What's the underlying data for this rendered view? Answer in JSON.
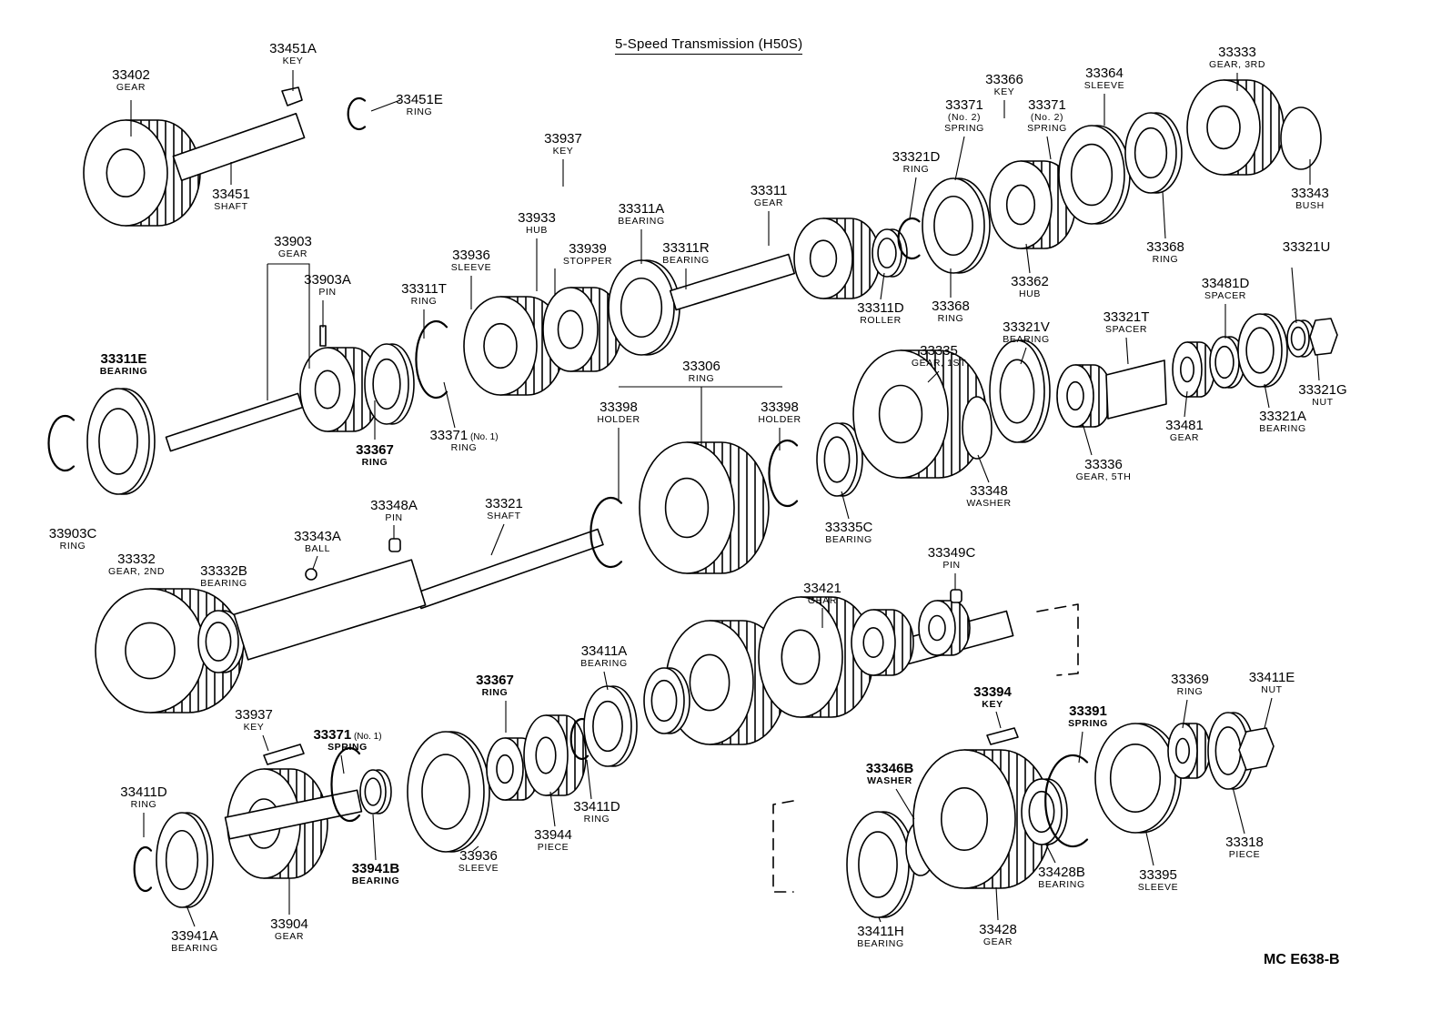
{
  "title": "5-Speed Transmission (H50S)",
  "drawing_code": "MC E638-B",
  "labels": [
    {
      "pn": "33402",
      "nm": "GEAR"
    },
    {
      "pn": "33451A",
      "nm": "KEY"
    },
    {
      "pn": "33451E",
      "nm": "RING"
    },
    {
      "pn": "33451",
      "nm": "SHAFT"
    },
    {
      "pn": "33903",
      "nm": "GEAR"
    },
    {
      "pn": "33903A",
      "nm": "PIN"
    },
    {
      "pn": "33311E",
      "nm": "BEARING",
      "bold": true
    },
    {
      "pn": "33903C",
      "nm": "RING"
    },
    {
      "pn": "33311T",
      "nm": "RING"
    },
    {
      "pn": "33936",
      "nm": "SLEEVE"
    },
    {
      "pn": "33937",
      "nm": "KEY"
    },
    {
      "pn": "33933",
      "nm": "HUB"
    },
    {
      "pn": "33939",
      "nm": "STOPPER"
    },
    {
      "pn": "33311A",
      "nm": "BEARING"
    },
    {
      "pn": "33311R",
      "nm": "BEARING"
    },
    {
      "pn": "33311",
      "nm": "GEAR"
    },
    {
      "pn": "33367",
      "nm": "RING",
      "bold": true
    },
    {
      "pn": "33371",
      "suffix": "(No. 1)",
      "nm": "RING"
    },
    {
      "pn": "33321D",
      "nm": "RING"
    },
    {
      "pn": "33371",
      "nm": "(No. 2)",
      "nm2": "SPRING"
    },
    {
      "pn": "33366",
      "nm": "KEY"
    },
    {
      "pn": "33371",
      "nm": "(No. 2)",
      "nm2": "SPRING"
    },
    {
      "pn": "33364",
      "nm": "SLEEVE"
    },
    {
      "pn": "33333",
      "nm": "GEAR, 3RD"
    },
    {
      "pn": "33343",
      "nm": "BUSH"
    },
    {
      "pn": "33368",
      "nm": "RING"
    },
    {
      "pn": "33362",
      "nm": "HUB"
    },
    {
      "pn": "33368",
      "nm": "RING"
    },
    {
      "pn": "33311D",
      "nm": "ROLLER"
    },
    {
      "pn": "33321U",
      "nm": ""
    },
    {
      "pn": "33481D",
      "nm": "SPACER"
    },
    {
      "pn": "33321T",
      "nm": "SPACER"
    },
    {
      "pn": "33321V",
      "nm": "BEARING"
    },
    {
      "pn": "33335",
      "nm": "GEAR, 1ST"
    },
    {
      "pn": "33306",
      "nm": "RING"
    },
    {
      "pn": "33398",
      "nm": "HOLDER"
    },
    {
      "pn": "33398",
      "nm": "HOLDER"
    },
    {
      "pn": "33321G",
      "nm": "NUT"
    },
    {
      "pn": "33321A",
      "nm": "BEARING"
    },
    {
      "pn": "33481",
      "nm": "GEAR"
    },
    {
      "pn": "33336",
      "nm": "GEAR, 5TH"
    },
    {
      "pn": "33348",
      "nm": "WASHER"
    },
    {
      "pn": "33335C",
      "nm": "BEARING"
    },
    {
      "pn": "33348A",
      "nm": "PIN"
    },
    {
      "pn": "33321",
      "nm": "SHAFT"
    },
    {
      "pn": "33343A",
      "nm": "BALL"
    },
    {
      "pn": "33332",
      "nm": "GEAR, 2ND"
    },
    {
      "pn": "33332B",
      "nm": "BEARING"
    },
    {
      "pn": "33349C",
      "nm": "PIN"
    },
    {
      "pn": "33421",
      "nm": "GEAR"
    },
    {
      "pn": "33411A",
      "nm": "BEARING"
    },
    {
      "pn": "33367",
      "nm": "RING",
      "bold": true
    },
    {
      "pn": "33394",
      "nm": "KEY",
      "bold": true
    },
    {
      "pn": "33369",
      "nm": "RING"
    },
    {
      "pn": "33411E",
      "nm": "NUT"
    },
    {
      "pn": "33937",
      "nm": "KEY"
    },
    {
      "pn": "33371",
      "suffix": "(No. 1)",
      "nm": "SPRING",
      "bold": true
    },
    {
      "pn": "33391",
      "nm": "SPRING",
      "bold": true
    },
    {
      "pn": "33346B",
      "nm": "WASHER",
      "bold": true
    },
    {
      "pn": "33411D",
      "nm": "RING"
    },
    {
      "pn": "33411D",
      "nm": "RING"
    },
    {
      "pn": "33944",
      "nm": "PIECE"
    },
    {
      "pn": "33936",
      "nm": "SLEEVE"
    },
    {
      "pn": "33941B",
      "nm": "BEARING",
      "bold": true
    },
    {
      "pn": "33904",
      "nm": "GEAR"
    },
    {
      "pn": "33941A",
      "nm": "BEARING"
    },
    {
      "pn": "33428B",
      "nm": "BEARING"
    },
    {
      "pn": "33395",
      "nm": "SLEEVE"
    },
    {
      "pn": "33318",
      "nm": "PIECE"
    },
    {
      "pn": "33411H",
      "nm": "BEARING"
    },
    {
      "pn": "33428",
      "nm": "GEAR"
    }
  ]
}
